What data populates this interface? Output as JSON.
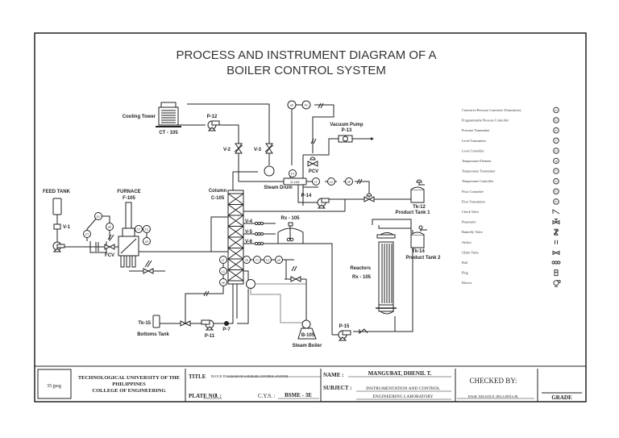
{
  "title": {
    "line1": "PROCESS AND INSTRUMENT DIAGRAM OF A",
    "line2": "BOILER CONTROL SYSTEM"
  },
  "equipment": {
    "cooling_tower": {
      "label": "Cooling Tower",
      "tag": "CT - 105"
    },
    "p12": "P-12",
    "v2": "V-2",
    "v3": "V-3",
    "vacuum_pump": {
      "label": "Vacuum Pump",
      "tag": "P-13"
    },
    "pcv": "PCV",
    "steam_drum": {
      "label": "Steam Drum",
      "tag": "D-105"
    },
    "p14": "P-14",
    "tk12": {
      "tag": "Tk-12",
      "label": "Product Tank 1"
    },
    "feed_tank": "FEED TANK",
    "v1": "V-1",
    "furnace": {
      "label": "FURNACE",
      "tag": "F-105"
    },
    "fcv": "FCV",
    "column": {
      "label": "Column",
      "tag": "C-105"
    },
    "v4": "V-4",
    "v5": "V-5",
    "v6": "V-6",
    "rx105": "Rx - 105",
    "tk14": {
      "tag": "Tk-14",
      "label": "Product Tank 2"
    },
    "reactors": {
      "label": "Reactors",
      "tag": "Rx - 105"
    },
    "tk15": {
      "tag": "Tk-15",
      "label": "Bottoms Tank"
    },
    "p11": "P-11",
    "p7": "P-7",
    "boiler": {
      "tag": "B-105",
      "label": "Steam Boiler"
    },
    "p15": "P-15"
  },
  "instruments": {
    "ip_top": "I/P",
    "pc_top": "PC",
    "pt_drum": "PT",
    "lt_drum": "LT",
    "lc_drum": "LC",
    "ip_drum": "I/P",
    "fc_feed": "FC",
    "ft_feed": "FT",
    "ip_feed": "I/P",
    "tt_furn": "TT",
    "tc_furn": "TC",
    "ip_furn": "I/P",
    "lt_col": "LT",
    "lc_col": "LC",
    "ip_col": "I/P",
    "te_col": "TE",
    "tt_col": "TT",
    "tc_col": "TC",
    "ip_col2": "I/P"
  },
  "legend": [
    {
      "label": "Current-to-Pressure Converter (Transducer)",
      "symbol": "I/P"
    },
    {
      "label": "Programmable Pressure Controller",
      "symbol": "PC"
    },
    {
      "label": "Pressure Transmitter",
      "symbol": "PT"
    },
    {
      "label": "Level Transmitter",
      "symbol": "LT"
    },
    {
      "label": "Level Controller",
      "symbol": "LC"
    },
    {
      "label": "Temperature Element",
      "symbol": "TE"
    },
    {
      "label": "Temperature Transmitter",
      "symbol": "TT"
    },
    {
      "label": "Temperature Controller",
      "symbol": "TC"
    },
    {
      "label": "Flow Controller",
      "symbol": "FC"
    },
    {
      "label": "Flow Transmitter",
      "symbol": "FT"
    },
    {
      "label": "Check Valve",
      "symbol": "check-valve"
    },
    {
      "label": "Pneumatic",
      "symbol": "pneumatic-valve"
    },
    {
      "label": "Butterfly Valve",
      "symbol": "butterfly-valve"
    },
    {
      "label": "Orifice",
      "symbol": "orifice"
    },
    {
      "label": "Globe Valve",
      "symbol": "globe-valve"
    },
    {
      "label": "Ball",
      "symbol": "ball-valve"
    },
    {
      "label": "Plug",
      "symbol": "plug-valve"
    },
    {
      "label": "Blower",
      "symbol": "blower"
    }
  ],
  "title_block": {
    "file": "35.jpeg",
    "school_line1": "TECHNOLOGICAL UNIVERSITY OF THE",
    "school_line2": "PHILIPPINES",
    "school_line3": "COLLEGE OF ENGINEERING",
    "title_label": "TITLE",
    "title_value": "BLOCK DIAGRAM OF A BOILER CONTROL SYSTEM",
    "plate_label": "PLATE NO. :",
    "plate_value": "4",
    "cys_label": "C.Y.S. :",
    "cys_value": "BSME - 3E",
    "name_label": "NAME :",
    "name_value": "MANGUBAT, DHENIL T.",
    "subject_label": "SUBJECT :",
    "subject_line1": "INSTRUMENTATION AND CONTROL",
    "subject_line2": "ENGINEERING LABORATORY",
    "checked_label": "CHECKED BY:",
    "checked_value": "ENGR. NELSON D. DELA PEÑA JR.",
    "grade_label": "GRADE"
  }
}
